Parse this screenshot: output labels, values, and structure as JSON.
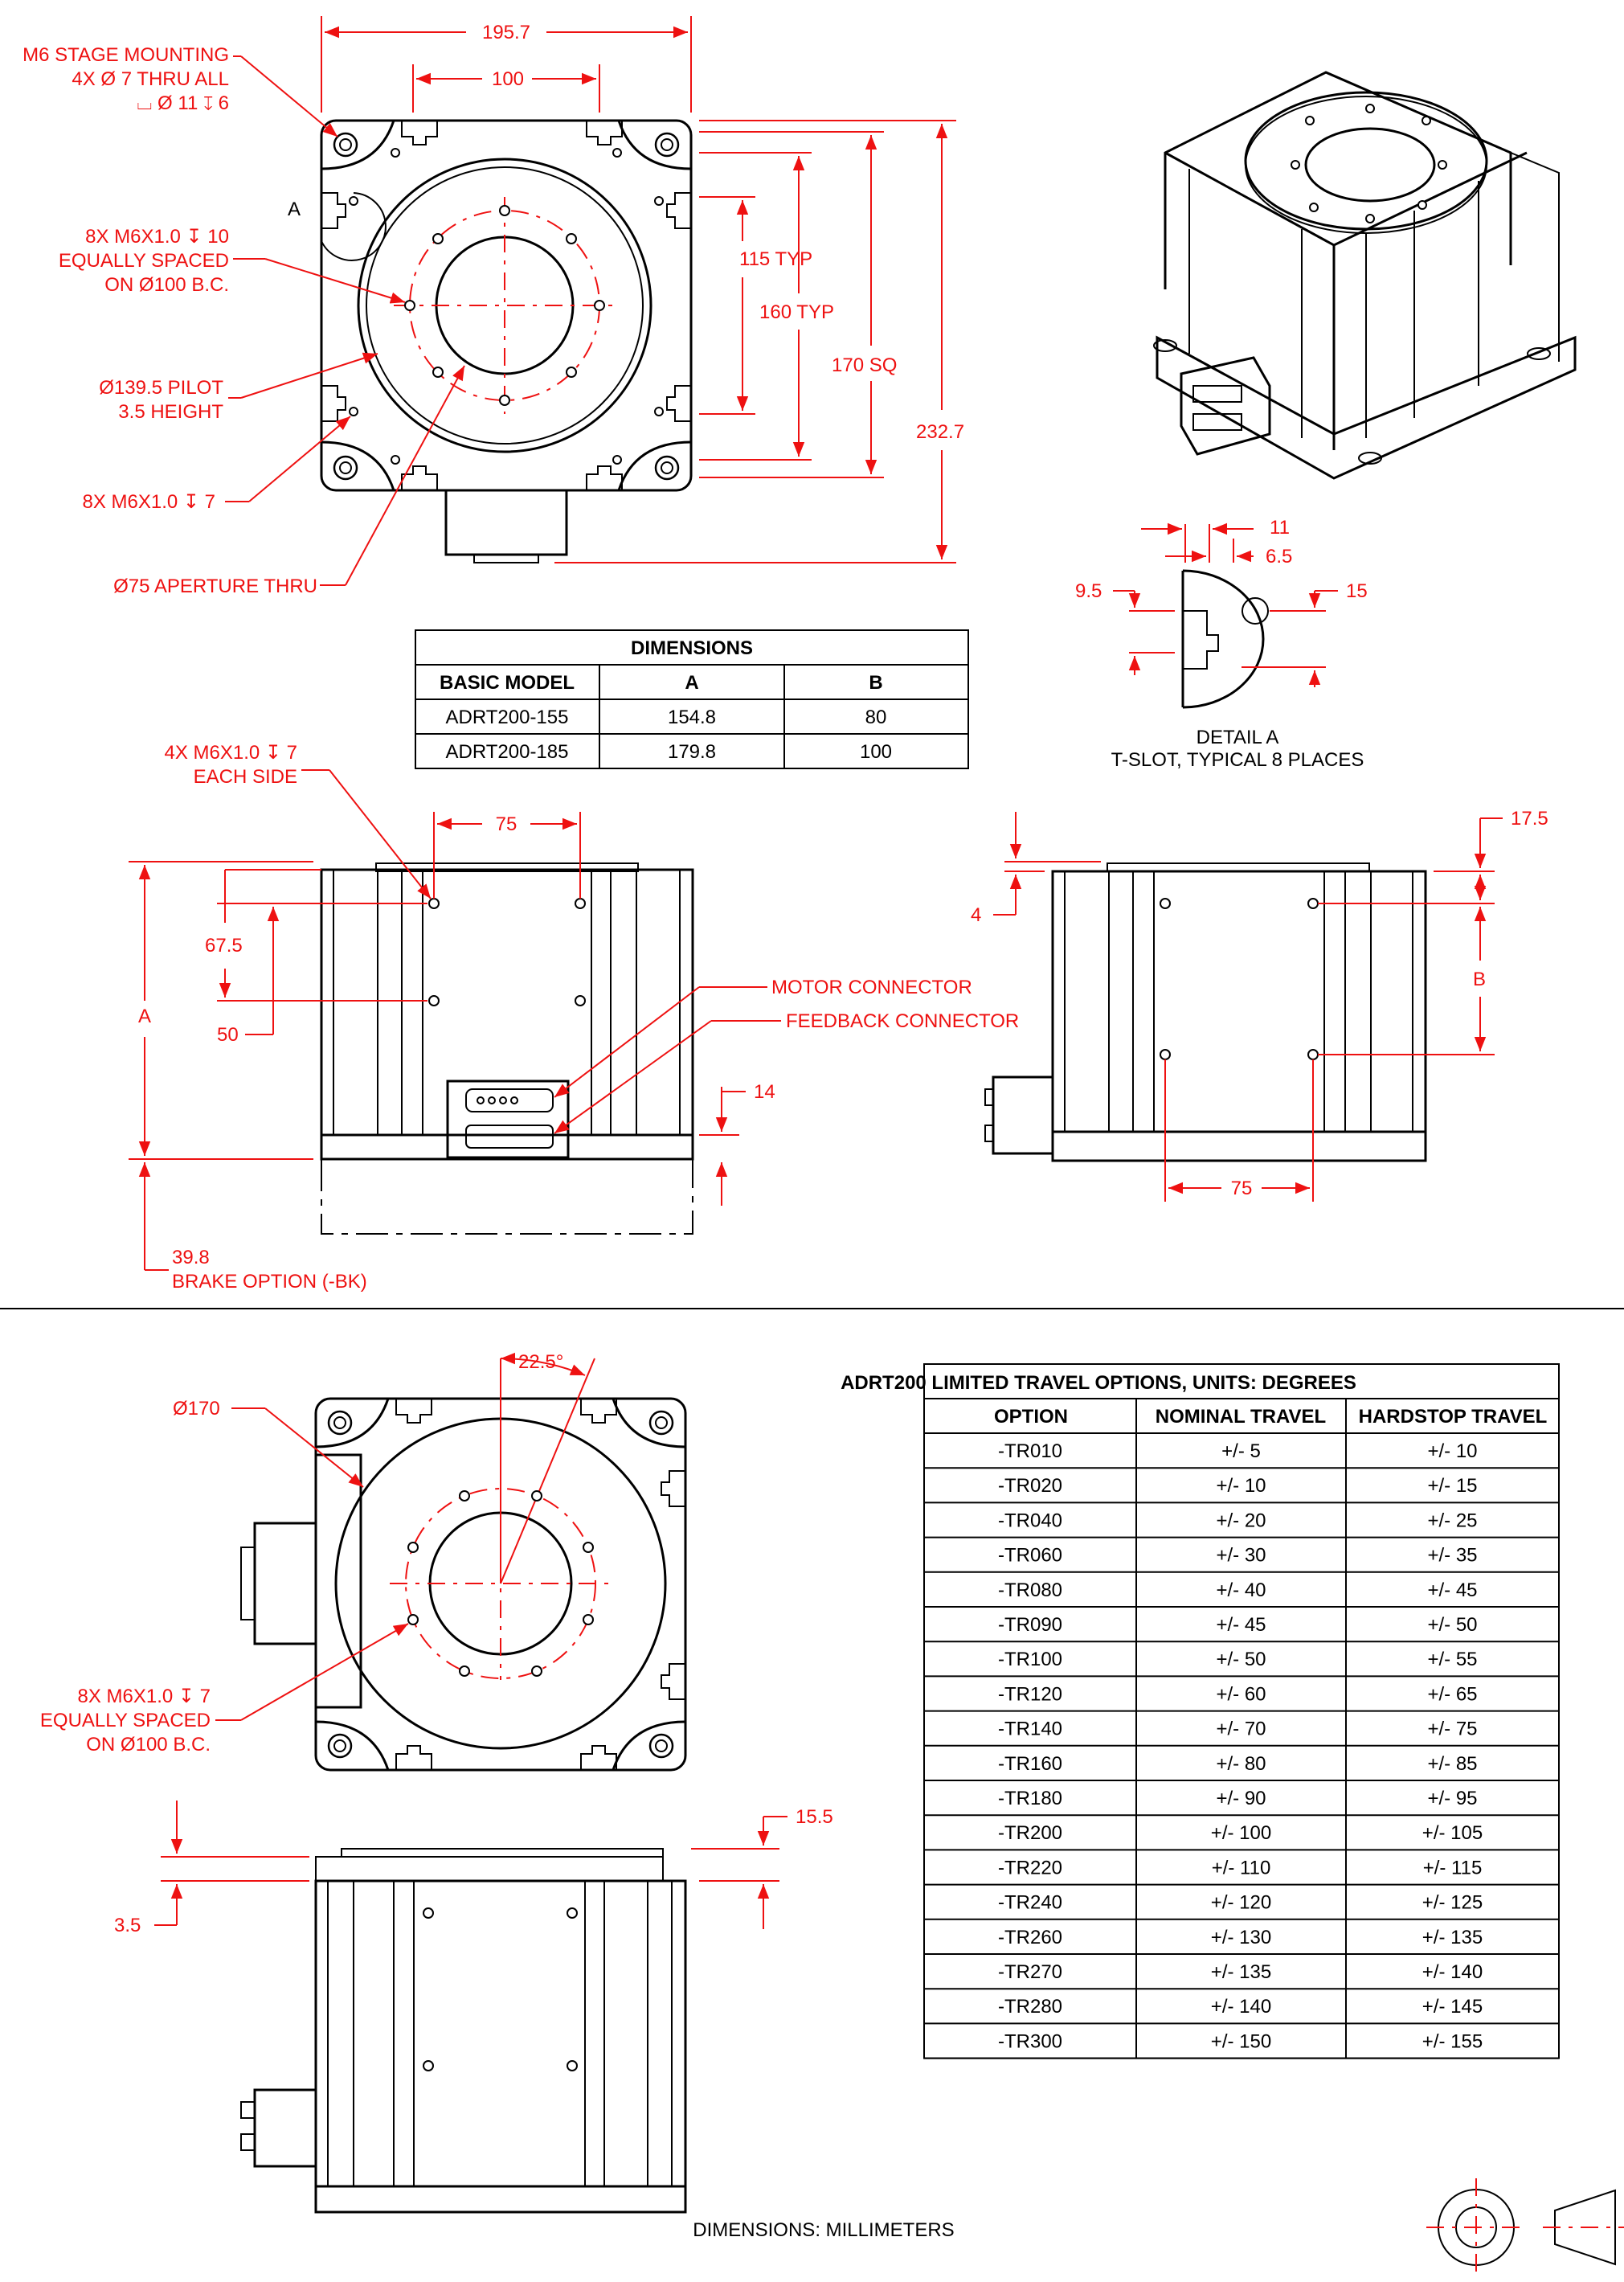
{
  "top_view": {
    "dim_overall_width": "195.7",
    "dim_tslot_spacing": "100",
    "dim_115": "115 TYP",
    "dim_160": "160 TYP",
    "dim_170": "170 SQ",
    "dim_232": "232.7",
    "callout_mounting": [
      "M6 STAGE MOUNTING",
      "4X Ø 7 THRU ALL",
      "⌴ Ø 11 ↧ 6"
    ],
    "callout_8x_tapped": [
      "8X M6X1.0 ↧ 10",
      "EQUALLY SPACED",
      "ON Ø100 B.C."
    ],
    "callout_pilot": [
      "Ø139.5 PILOT",
      "3.5 HEIGHT"
    ],
    "callout_8x_m6": "8X M6X1.0 ↧ 7",
    "callout_aperture": "Ø75 APERTURE THRU",
    "detail_marker": "A"
  },
  "dimensions_table": {
    "title": "DIMENSIONS",
    "headers": [
      "BASIC MODEL",
      "A",
      "B"
    ],
    "rows": [
      [
        "ADRT200-155",
        "154.8",
        "80"
      ],
      [
        "ADRT200-185",
        "179.8",
        "100"
      ]
    ]
  },
  "detail_a": {
    "dim_11": "11",
    "dim_6_5": "6.5",
    "dim_9_5": "9.5",
    "dim_15": "15",
    "caption": [
      "DETAIL A",
      "T-SLOT, TYPICAL 8 PLACES"
    ]
  },
  "front_view": {
    "callout_holes": [
      "4X M6X1.0 ↧ 7",
      "EACH SIDE"
    ],
    "dim_75": "75",
    "dim_67_5": "67.5",
    "dim_50": "50",
    "dim_A": "A",
    "dim_14": "14",
    "motor_connector": "MOTOR CONNECTOR",
    "feedback_connector": "FEEDBACK CONNECTOR",
    "brake": [
      "39.8",
      "BRAKE OPTION (-BK)"
    ]
  },
  "side_view": {
    "dim_17_5": "17.5",
    "dim_4": "4",
    "dim_B": "B",
    "dim_75": "75"
  },
  "bottom_views": {
    "dim_22_5": "22.5°",
    "dim_170_dia": "Ø170",
    "callout_8x": [
      "8X M6X1.0 ↧ 7",
      "EQUALLY SPACED",
      "ON Ø100 B.C."
    ],
    "dim_15_5": "15.5",
    "dim_3_5": "3.5"
  },
  "travel_table": {
    "title": "ADRT200 LIMITED TRAVEL OPTIONS, UNITS: DEGREES",
    "headers": [
      "OPTION",
      "NOMINAL TRAVEL",
      "HARDSTOP TRAVEL"
    ],
    "rows": [
      [
        "-TR010",
        "+/- 5",
        "+/- 10"
      ],
      [
        "-TR020",
        "+/- 10",
        "+/- 15"
      ],
      [
        "-TR040",
        "+/- 20",
        "+/- 25"
      ],
      [
        "-TR060",
        "+/- 30",
        "+/- 35"
      ],
      [
        "-TR080",
        "+/- 40",
        "+/- 45"
      ],
      [
        "-TR090",
        "+/- 45",
        "+/- 50"
      ],
      [
        "-TR100",
        "+/- 50",
        "+/- 55"
      ],
      [
        "-TR120",
        "+/- 60",
        "+/- 65"
      ],
      [
        "-TR140",
        "+/- 70",
        "+/- 75"
      ],
      [
        "-TR160",
        "+/- 80",
        "+/- 85"
      ],
      [
        "-TR180",
        "+/- 90",
        "+/- 95"
      ],
      [
        "-TR200",
        "+/- 100",
        "+/- 105"
      ],
      [
        "-TR220",
        "+/- 110",
        "+/- 115"
      ],
      [
        "-TR240",
        "+/- 120",
        "+/- 125"
      ],
      [
        "-TR260",
        "+/- 130",
        "+/- 135"
      ],
      [
        "-TR270",
        "+/- 135",
        "+/- 140"
      ],
      [
        "-TR280",
        "+/- 140",
        "+/- 145"
      ],
      [
        "-TR300",
        "+/- 150",
        "+/- 155"
      ]
    ]
  },
  "footer": "DIMENSIONS:  MILLIMETERS",
  "colors": {
    "dimension": "#e11",
    "outline": "#000"
  }
}
